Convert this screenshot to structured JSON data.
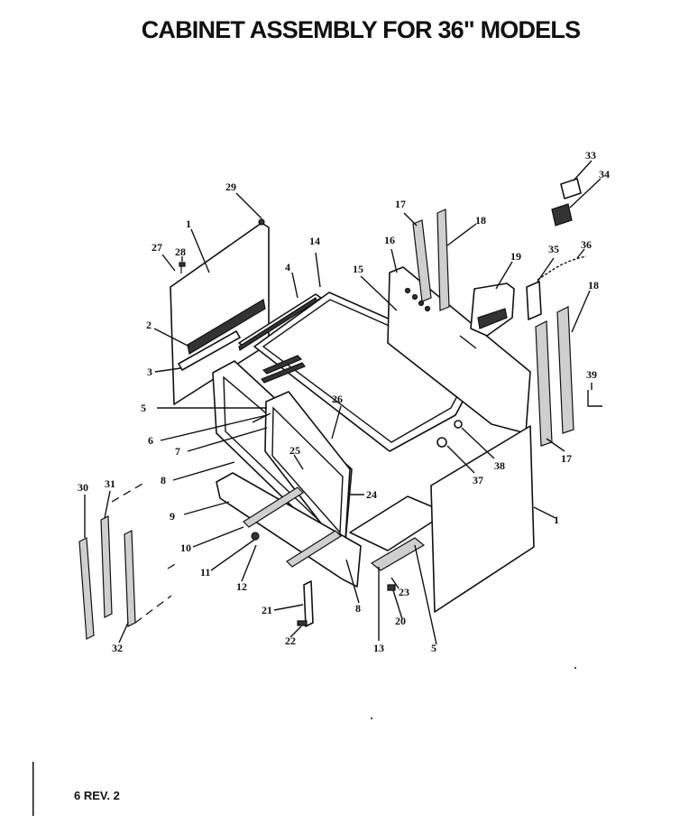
{
  "header": {
    "title": "CABINET ASSEMBLY FOR 36\" MODELS"
  },
  "footer": {
    "revision": "6 REV. 2"
  },
  "callouts": {
    "c1": "1",
    "c1b": "1",
    "c2": "2",
    "c3": "3",
    "c4": "4",
    "c5": "5",
    "c5b": "5",
    "c6": "6",
    "c7": "7",
    "c8": "8",
    "c8b": "8",
    "c9": "9",
    "c10": "10",
    "c11": "11",
    "c12": "12",
    "c13": "13",
    "c14": "14",
    "c15": "15",
    "c16": "16",
    "c17": "17",
    "c17b": "17",
    "c18": "18",
    "c18b": "18",
    "c19": "19",
    "c20": "20",
    "c21": "21",
    "c22": "22",
    "c23": "23",
    "c24": "24",
    "c25": "25",
    "c26": "26",
    "c27": "27",
    "c28": "28",
    "c29": "29",
    "c30": "30",
    "c31": "31",
    "c32": "32",
    "c33": "33",
    "c34": "34",
    "c35": "35",
    "c36": "36",
    "c37": "37",
    "c38": "38",
    "c39": "39"
  }
}
